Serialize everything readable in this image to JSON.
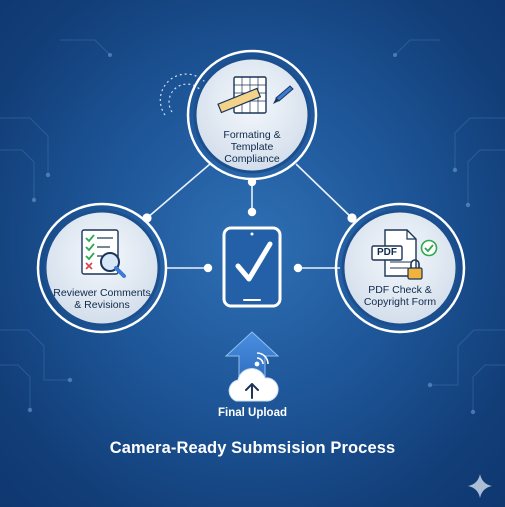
{
  "nodes": {
    "top": {
      "line1": "Formating &",
      "line2": "Template",
      "line3": "Compliance",
      "icon": "ruler-grid-pen-icon"
    },
    "left": {
      "line1": "Reviewer Comments",
      "line2": "& Revisions",
      "icon": "checklist-magnifier-icon"
    },
    "right": {
      "line1": "PDF Check &",
      "line2": "Copyright Form",
      "pdf_tag": "PDF",
      "icon": "pdf-lock-check-icon"
    }
  },
  "center": {
    "icon": "tablet-checkmark-icon"
  },
  "upload": {
    "label": "Final Upload",
    "icon": "cloud-upload-icon"
  },
  "title": "Camera-Ready Submsision Process",
  "colors": {
    "background": "#1d5597",
    "node_fill": "#dfe8f2",
    "node_ring": "#ffffff",
    "text_dark": "#0f2a4d",
    "accent_green": "#2fa84f",
    "accent_blue": "#3a7bd5"
  }
}
